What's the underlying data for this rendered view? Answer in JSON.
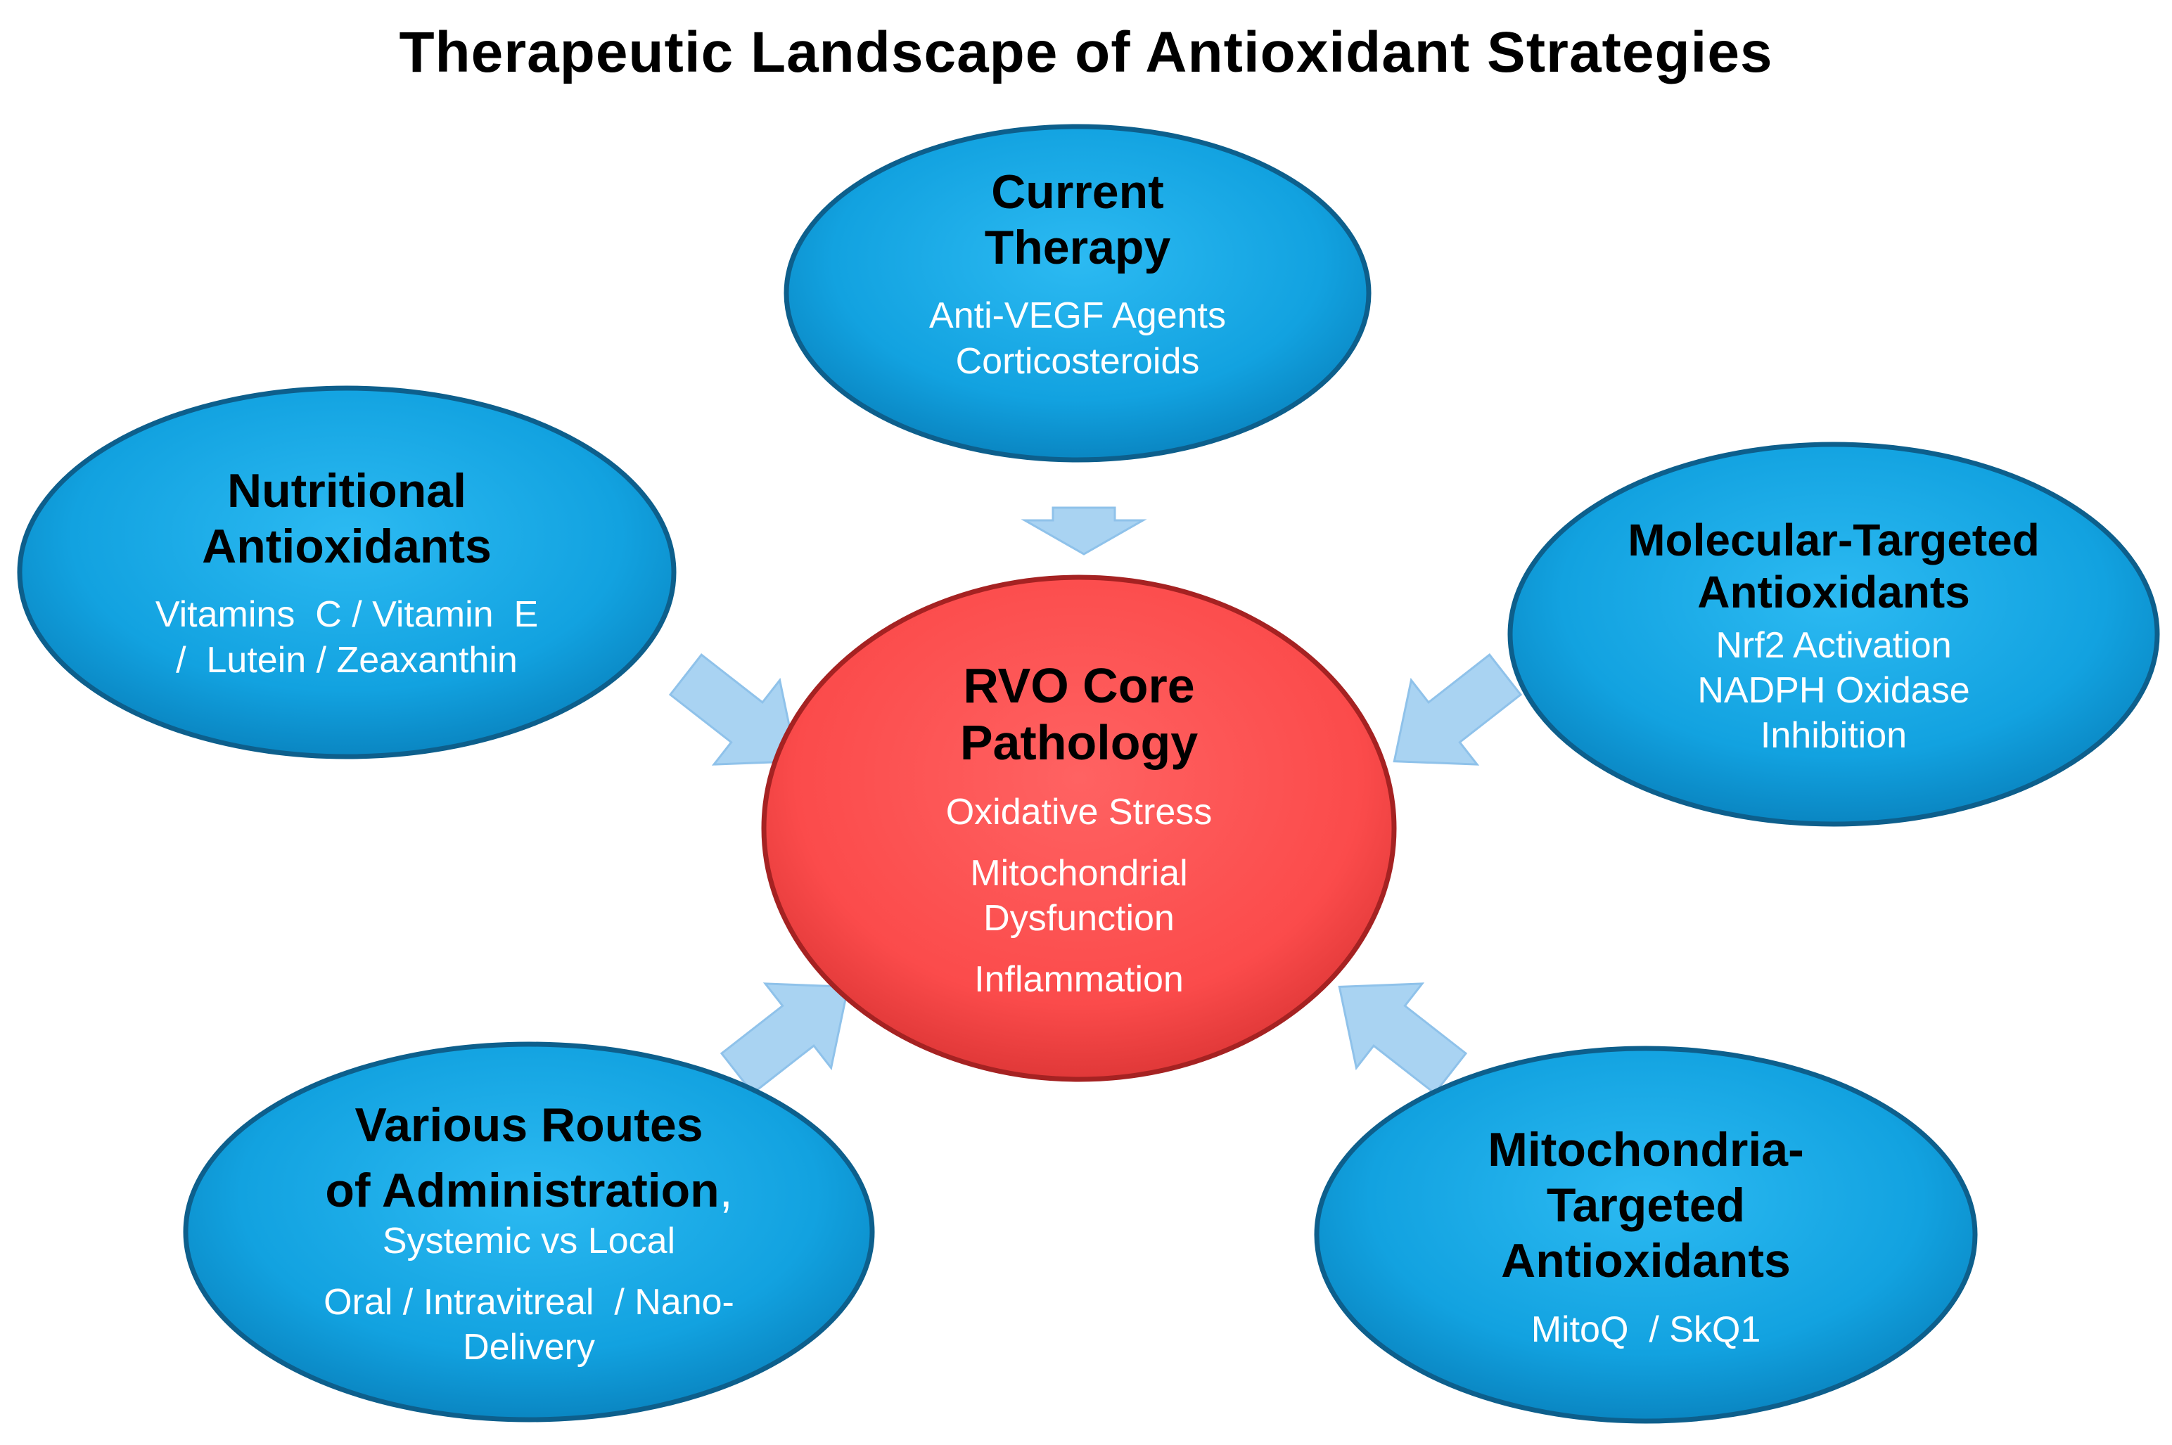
{
  "title": "Therapeutic Landscape of Antioxidant Strategies",
  "colors": {
    "satellite": "#1aa8e6",
    "satellite_edge": "#0d5f8c",
    "core": "#ff5252",
    "core_edge": "#a52222",
    "arrow": "#a9d3f2"
  },
  "core": {
    "heading": [
      "RVO Core",
      "Pathology"
    ],
    "items": [
      "Oxidative Stress",
      "Mitochondrial",
      "Dysfunction",
      "Inflammation"
    ]
  },
  "current_therapy": {
    "heading": [
      "Current",
      "Therapy"
    ],
    "items": [
      "Anti-VEGF Agents",
      "Corticosteroids"
    ]
  },
  "nutritional": {
    "heading": [
      "Nutritional",
      "Antioxidants"
    ],
    "items": [
      "Vitamins  C / Vitamin  E",
      "/  Lutein / Zeaxanthin"
    ]
  },
  "molecular": {
    "heading": [
      "Molecular-Targeted",
      "Antioxidants"
    ],
    "items": [
      "Nrf2 Activation",
      "NADPH Oxidase",
      "Inhibition"
    ]
  },
  "routes": {
    "heading": [
      "Various Routes",
      "of Administration"
    ],
    "comma": ",",
    "items": [
      "Systemic vs Local",
      "Oral / Intravitreal  / Nano-",
      "Delivery"
    ]
  },
  "mito": {
    "heading": [
      "Mitochondria-",
      "Targeted",
      "Antioxidants"
    ],
    "items": [
      "MitoQ  / SkQ1"
    ]
  }
}
